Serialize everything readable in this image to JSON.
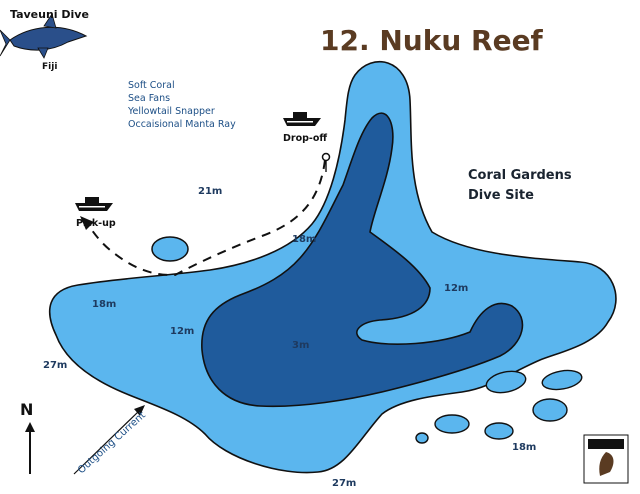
{
  "logo": {
    "name": "Taveuni Dive",
    "location": "Fiji"
  },
  "title": "12. Nuku Reef",
  "species": [
    "Soft Coral",
    "Sea Fans",
    "Yellowtail Snapper",
    "Occaisional Manta Ray"
  ],
  "site_name": {
    "line1": "Coral Gardens",
    "line2": "Dive Site"
  },
  "markers": {
    "dropoff": "Drop-off",
    "pickup": "Pick-up"
  },
  "depths": {
    "d21": "21m",
    "d18_top": "18m",
    "d12_right": "12m",
    "d18_left": "18m",
    "d12_left": "12m",
    "d3": "3m",
    "d27_left": "27m",
    "d18_bottom": "18m",
    "d27_bottom": "27m"
  },
  "compass": "N",
  "current": "Outgoing Current",
  "colors": {
    "shallow": "#5bb6ee",
    "deep": "#1f5b9c",
    "outline": "#111111",
    "title": "#5a3b22"
  }
}
